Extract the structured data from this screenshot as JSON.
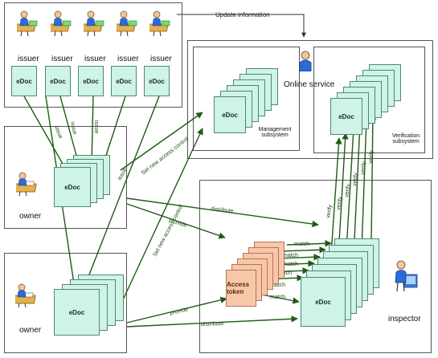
{
  "colors": {
    "arrow": "#1d5c14",
    "doc_fill": "#cff3e6",
    "token_fill": "#f8c6a8",
    "frame": "#555555"
  },
  "issuers": {
    "label": "issuer",
    "doc_label": "eDoc"
  },
  "top_link": {
    "label": "Update information"
  },
  "online_service": {
    "label": "Online service",
    "management": {
      "doc_label": "eDoc",
      "caption": "Management subsystem"
    },
    "verification": {
      "doc_label": "eDoc",
      "caption": "Verification subsystem"
    }
  },
  "owners": [
    {
      "label": "owner",
      "doc_label": "eDoc"
    },
    {
      "label": "owner",
      "doc_label": "eDoc"
    }
  ],
  "inspector": {
    "label": "inspector",
    "doc_label": "eDoc",
    "token_label": "Access token"
  },
  "edges": {
    "issue": "issue",
    "set_access": "Set new access control",
    "distribute": "distribute",
    "provide": "provide",
    "match": "match",
    "verify": "verify"
  },
  "icons": {
    "person": "person-at-desk-icon",
    "globe_person": "online-person-icon"
  }
}
